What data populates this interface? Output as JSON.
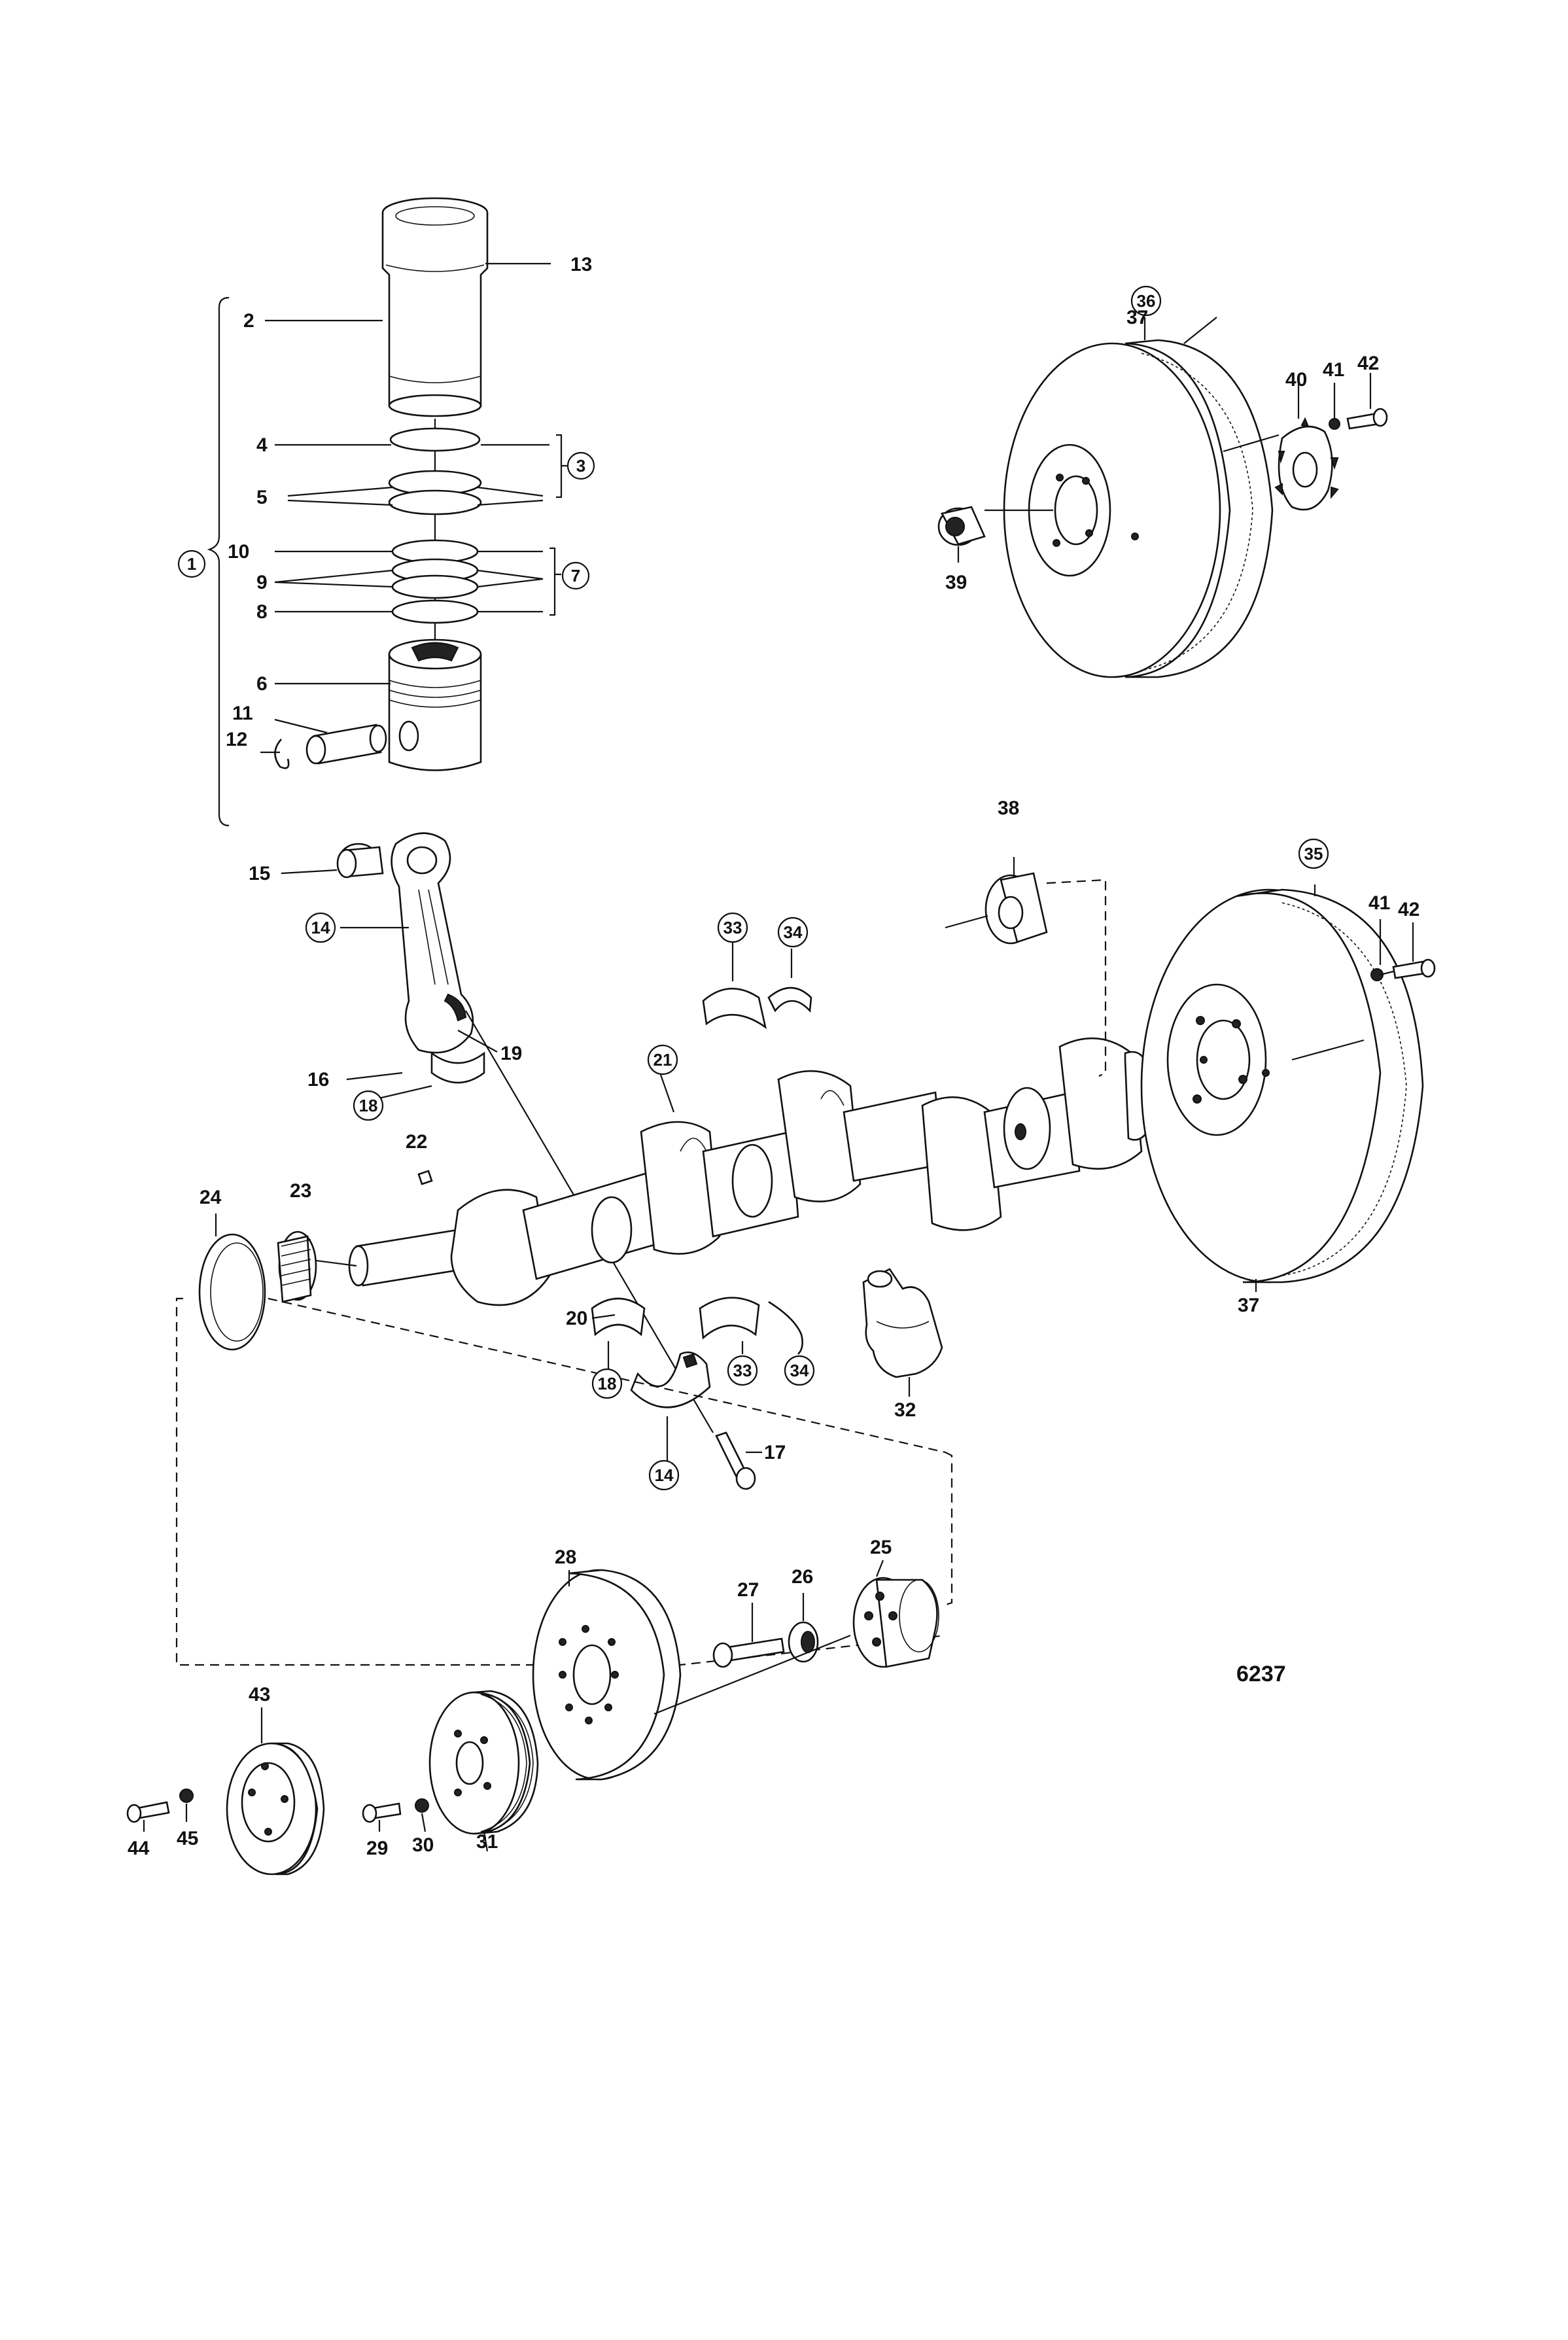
{
  "drawing_number": "6237",
  "callouts": {
    "c1": "1",
    "c2": "2",
    "c3": "3",
    "c4": "4",
    "c5": "5",
    "c6": "6",
    "c7": "7",
    "c8": "8",
    "c9": "9",
    "c10": "10",
    "c11": "11",
    "c12": "12",
    "c13": "13",
    "c14a": "14",
    "c14b": "14",
    "c15": "15",
    "c16": "16",
    "c17": "17",
    "c18a": "18",
    "c18b": "18",
    "c19": "19",
    "c20": "20",
    "c21": "21",
    "c22": "22",
    "c23": "23",
    "c24": "24",
    "c25": "25",
    "c26": "26",
    "c27": "27",
    "c28": "28",
    "c29": "29",
    "c30": "30",
    "c31": "31",
    "c32": "32",
    "c33a": "33",
    "c33b": "33",
    "c34a": "34",
    "c34b": "34",
    "c35": "35",
    "c36": "36",
    "c37a": "37",
    "c37b": "37",
    "c38": "38",
    "c39": "39",
    "c40": "40",
    "c41a": "41",
    "c41b": "41",
    "c42a": "42",
    "c42b": "42",
    "c43": "43",
    "c44": "44",
    "c45": "45"
  }
}
